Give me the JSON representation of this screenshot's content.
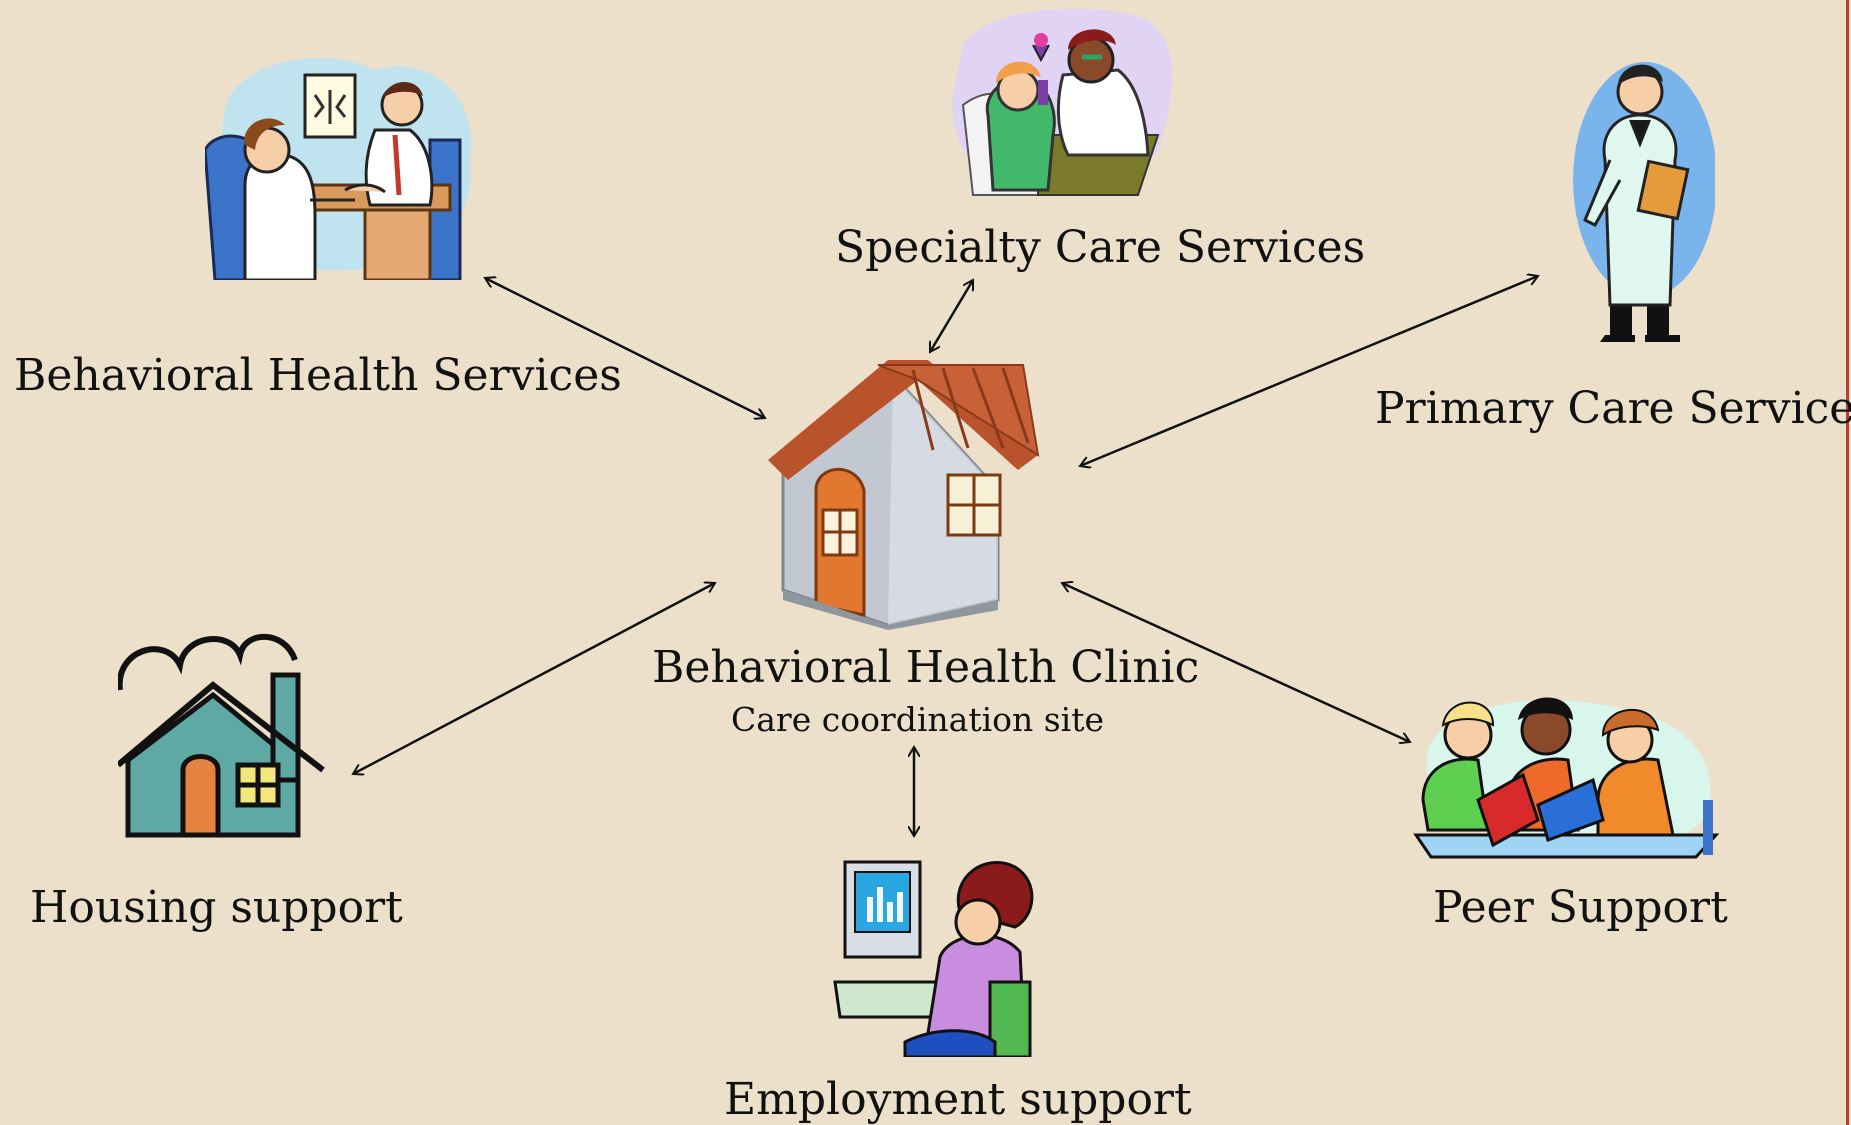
{
  "center": {
    "title": "Behavioral Health Clinic",
    "subtitle": "Care coordination site"
  },
  "nodes": {
    "behavioral": "Behavioral Health Services",
    "specialty": "Specialty Care Services",
    "primary": "Primary Care Services",
    "housing": "Housing support",
    "peer": "Peer Support",
    "employment": "Employment support"
  }
}
